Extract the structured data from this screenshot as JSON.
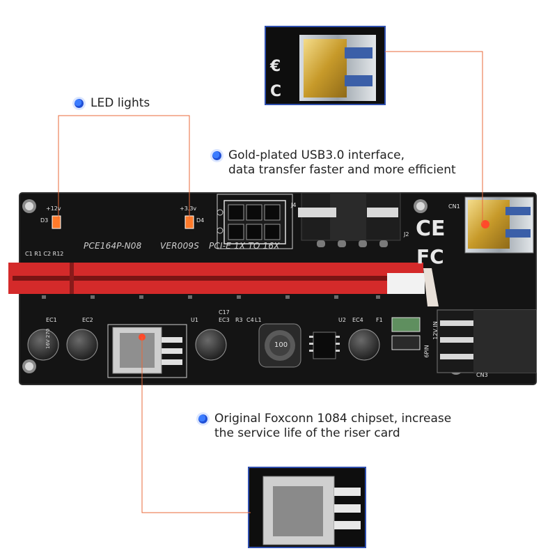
{
  "callouts": {
    "led": {
      "line1": "LED lights"
    },
    "usb": {
      "line1": "Gold-plated USB3.0 interface,",
      "line2": "data transfer faster and more efficient"
    },
    "chip": {
      "line1": "Original Foxconn 1084 chipset, increase",
      "line2": "the service life of the riser card"
    }
  },
  "board": {
    "model": "PCE164P-N08",
    "version": "VER009S",
    "slot_label": "PCI-E 1X TO 16X",
    "led_12v": "+12v",
    "led_33v": "+3.3v",
    "d3": "D3",
    "d4": "D4",
    "j4": "J4",
    "j2": "J2",
    "cn1": "CN1",
    "cn3": "CN3",
    "ec1": "EC1",
    "ec2": "EC2",
    "ec3": "EC3",
    "ec4": "EC4",
    "c17": "C17",
    "c4": "C4",
    "r3": "R3",
    "l1": "L1",
    "u1": "U1",
    "u2": "U2",
    "f1": "F1",
    "inductor": "100",
    "six_pin": "6PIN",
    "v12in": "12V IN",
    "c1_row": "C1  R1 C2  R12"
  },
  "colors": {
    "pcb": "#141414",
    "slot": "#d42a2a",
    "gold": "#d8b24a",
    "leader": "#e86a3a",
    "callout_dot": "#2f64ea"
  }
}
